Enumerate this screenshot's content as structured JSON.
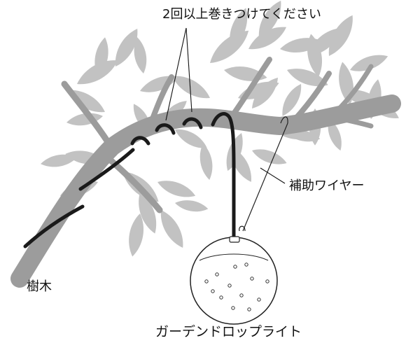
{
  "labels": {
    "wrap_instruction": "2回以上巻きつけてください",
    "support_wire": "補助ワイヤー",
    "tree": "樹木",
    "garden_drop_light": "ガーデンドロップライト"
  },
  "colors": {
    "leaf": "#c2c2c2",
    "branch": "#9c9c9c",
    "cable": "#1a1a1a",
    "line": "#222222",
    "globe_fill": "#ffffff"
  }
}
